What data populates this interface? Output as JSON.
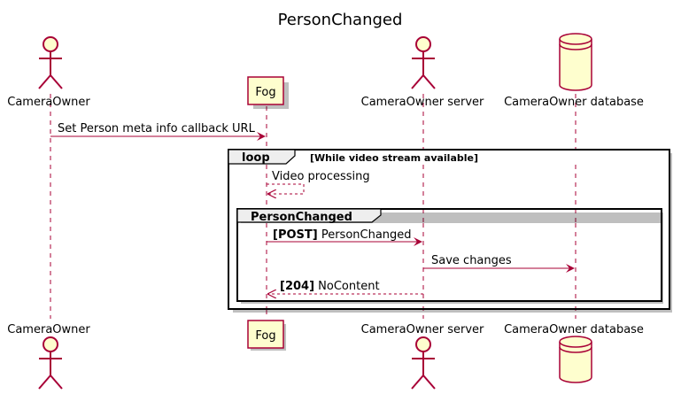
{
  "title": "PersonChanged",
  "participants": {
    "camera_owner": {
      "label": "CameraOwner",
      "kind": "actor"
    },
    "fog": {
      "label": "Fog",
      "kind": "participant"
    },
    "server": {
      "label": "CameraOwner server",
      "kind": "actor"
    },
    "database": {
      "label": "CameraOwner database",
      "kind": "database"
    }
  },
  "messages": {
    "m1": {
      "text": "Set Person meta info callback URL"
    },
    "m2": {
      "text": "Video processing"
    },
    "m3": {
      "method": "[POST]",
      "text": " PersonChanged"
    },
    "m4": {
      "text": "Save changes"
    },
    "m5": {
      "method": "[204]",
      "text": " NoContent"
    }
  },
  "frames": {
    "loop": {
      "keyword": "loop",
      "condition": "[While video stream available]"
    },
    "group": {
      "keyword": "PersonChanged"
    }
  },
  "colors": {
    "line": "#A80036",
    "fill": "#FEFECE",
    "frame_header": "#EEEEEE",
    "shadow": "#000000"
  }
}
